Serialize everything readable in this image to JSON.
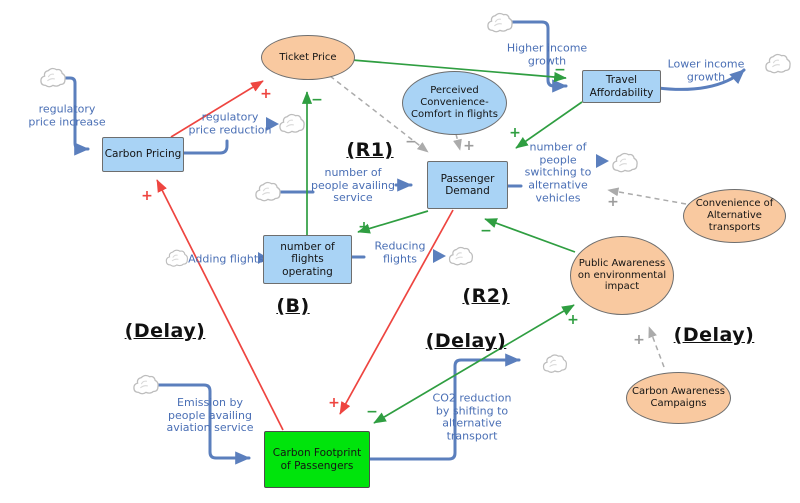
{
  "colors": {
    "flow_blue": "#5b7fbd",
    "flow_red": "#ee4540",
    "flow_green": "#2f9e41",
    "label_blue": "#4a6fb5",
    "node_blue": "#a9d3f5",
    "node_orange": "#f9c9a0",
    "node_green": "#00e40c",
    "dash_gray": "#ababab"
  },
  "nodes": {
    "ticket_price": "Ticket Price",
    "perceived_convenience": "Perceived\nConvenience-\nComfort in flights",
    "travel_affordability": "Travel\nAffordability",
    "carbon_pricing": "Carbon Pricing",
    "passenger_demand": "Passenger\nDemand",
    "flights_operating": "number of\nflights\noperating",
    "convenience_alternative": "Convenience of\nAlternative\ntransports",
    "public_awareness": "Public Awareness\non environmental\nimpact",
    "carbon_campaigns": "Carbon Awareness\nCampaigns",
    "carbon_footprint": "Carbon Footprint\nof Passengers"
  },
  "flow_labels": {
    "regulatory_price_increase": "regulatory\nprice increase",
    "regulatory_price_reduction": "regulatory\nprice reduction",
    "higher_income_growth": "Higher income\ngrowth",
    "lower_income_growth": "Lower income\ngrowth",
    "people_availing": "number of\npeople availing\nservice",
    "people_switching": "number of\npeople\nswitching to\nalternative\nvehicles",
    "adding_flights": "Adding flights",
    "reducing_flights": "Reducing\nflights",
    "emission": "Emission by\npeople availing\naviation service",
    "co2_reduction": "CO2 reduction\nby shifting to\nalternative\ntransport"
  },
  "loop_labels": {
    "r1": "(R1)",
    "b": "(B)",
    "r2": "(R2)",
    "delay_left": "(Delay)",
    "delay_middle": "(Delay)",
    "delay_right": "(Delay)"
  },
  "signs": {
    "footprint_to_pricing": "+",
    "pricing_to_ticket": "+",
    "demand_to_footprint": "+",
    "flights_to_ticket": "−",
    "ticket_to_affordability": "−",
    "affordability_to_demand": "+",
    "demand_to_flights": "+",
    "awareness_to_demand": "−",
    "footprint_to_awareness": "+",
    "awareness_to_footprint": "−",
    "ticket_to_demand": "−",
    "perceived_to_demand": "+",
    "convenience_to_switching": "+",
    "campaigns_to_awareness": "+"
  }
}
